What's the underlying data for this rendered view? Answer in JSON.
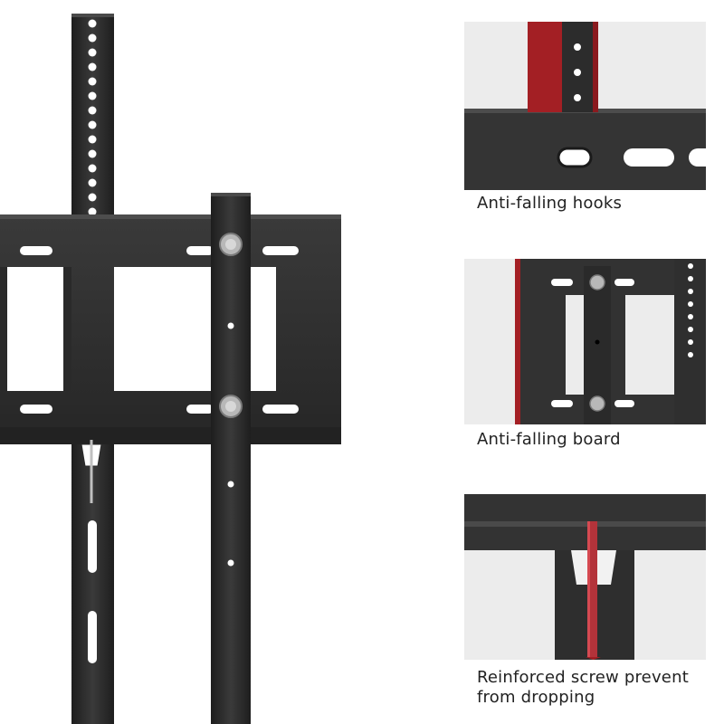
{
  "captions": {
    "hooks": "Anti-falling hooks",
    "board": "Anti-falling board",
    "screw_line1": "Reinforced screw prevent",
    "screw_line2": "from dropping"
  },
  "colors": {
    "background": "#ffffff",
    "metal": "#2b2b2b",
    "accent_red": "#a31f24",
    "caption_text": "#222222"
  }
}
